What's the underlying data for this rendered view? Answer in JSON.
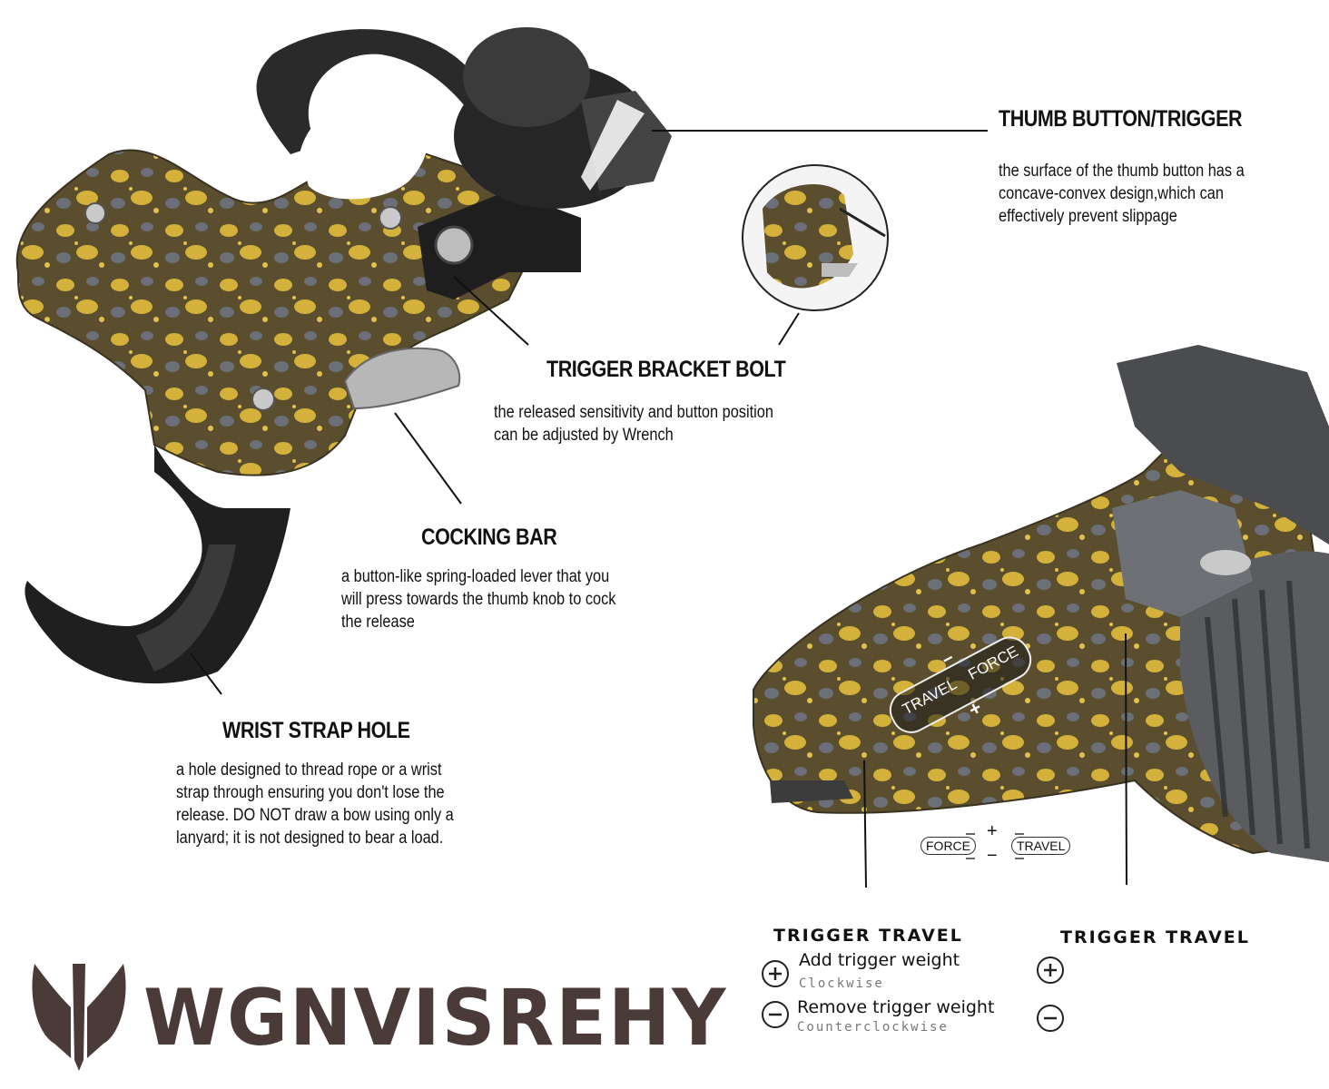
{
  "callouts": {
    "thumb_button": {
      "title": "THUMB BUTTON/TRIGGER",
      "lines": [
        "the surface of the thumb button has a",
        "concave-convex design,which can",
        "effectively prevent slippage"
      ]
    },
    "trigger_bracket": {
      "title": "TRIGGER BRACKET BOLT",
      "lines": [
        "the released sensitivity and button position",
        "can be adjusted by Wrench"
      ]
    },
    "cocking_bar": {
      "title": "COCKING BAR",
      "lines": [
        "a button-like spring-loaded lever that you",
        "will press towards the thumb knob to cock",
        "the release"
      ]
    },
    "wrist_strap": {
      "title": "WRIST STRAP HOLE",
      "lines": [
        "a hole designed to thread rope or a wrist",
        "strap through ensuring you don't lose the",
        "release. DO NOT draw a bow using only a",
        "lanyard; it is not designed to bear a load."
      ]
    }
  },
  "dial": {
    "travel": "TRAVEL",
    "force": "FORCE",
    "plus": "+",
    "minus": "−"
  },
  "legend": {
    "force": "FORCE",
    "travel": "TRAVEL",
    "plus": "+",
    "minus": "−"
  },
  "trigger_travel_left": {
    "title": "TRIGGER TRAVEL",
    "add_label": "Add trigger weight",
    "add_sub": "Clockwise",
    "remove_label": "Remove trigger weight",
    "remove_sub": "Counterclockwise"
  },
  "trigger_travel_right": {
    "title": "TRIGGER TRAVEL"
  },
  "brand": {
    "name": "WGNVISREHY"
  },
  "colors": {
    "metal_dark": "#2f2f30",
    "camo_brown": "#5b4e2e",
    "camo_gold": "#d3b13a",
    "camo_grey": "#6b7078",
    "brand": "#4a3b39"
  }
}
